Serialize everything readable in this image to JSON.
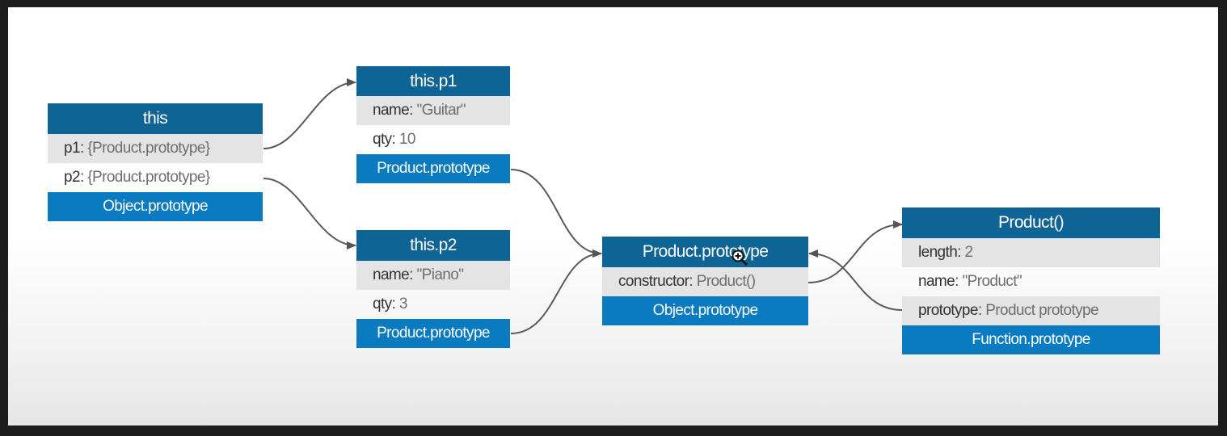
{
  "nodes": {
    "this": {
      "title": "this",
      "props": [
        {
          "key": "p1",
          "value": "{Product.prototype}"
        },
        {
          "key": "p2",
          "value": "{Product.prototype}"
        }
      ],
      "proto": "Object.prototype"
    },
    "p1": {
      "title": "this.p1",
      "props": [
        {
          "key": "name",
          "value": "\"Guitar\""
        },
        {
          "key": "qty",
          "value": "10"
        }
      ],
      "proto": "Product.prototype"
    },
    "p2": {
      "title": "this.p2",
      "props": [
        {
          "key": "name",
          "value": "\"Piano\""
        },
        {
          "key": "qty",
          "value": "3"
        }
      ],
      "proto": "Product.prototype"
    },
    "product_proto": {
      "title": "Product.prototype",
      "props": [
        {
          "key": "constructor",
          "value": "Product()"
        }
      ],
      "proto": "Object.prototype"
    },
    "product_fn": {
      "title": "Product()",
      "props": [
        {
          "key": "length",
          "value": "2"
        },
        {
          "key": "name",
          "value": "\"Product\""
        },
        {
          "key": "prototype",
          "value": "Product prototype"
        }
      ],
      "proto": "Function.prototype"
    }
  },
  "colors": {
    "header": "#0f6496",
    "prototype_bar": "#0a7bc0",
    "row_shade": "#e4e4e4",
    "arrow": "#555555"
  }
}
